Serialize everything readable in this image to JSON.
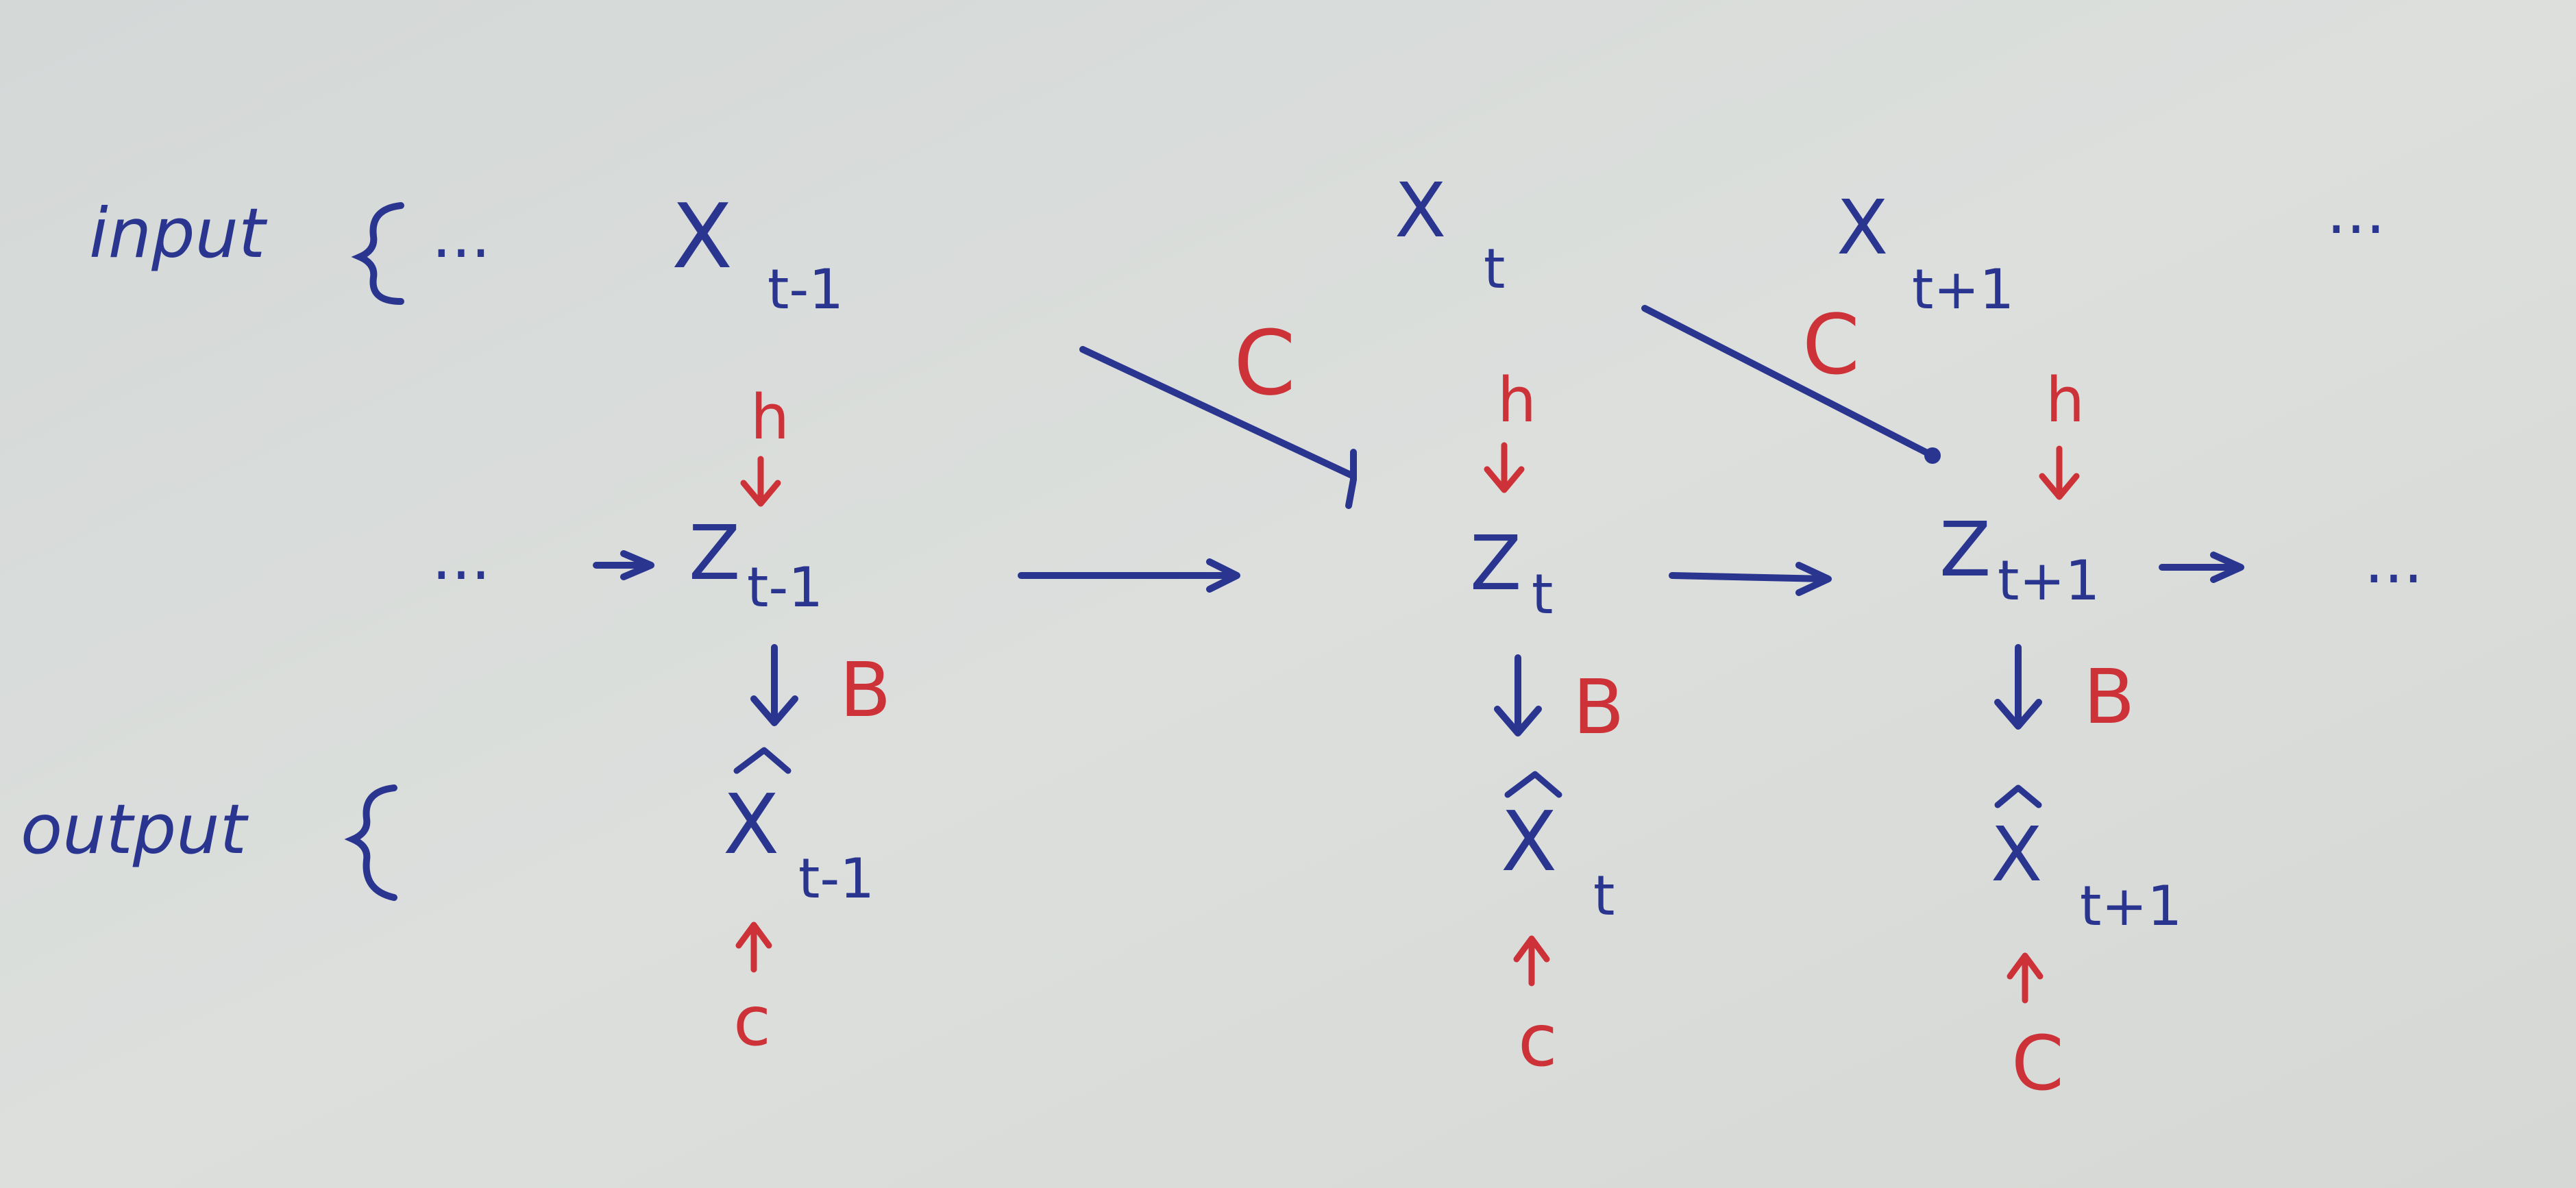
{
  "colors": {
    "paper": "#d9dcda",
    "blue_ink": "#2a3590",
    "red_ink": "#cc3238"
  },
  "row_labels": {
    "input": "input",
    "output": "output"
  },
  "ellipsis": "...",
  "steps": [
    {
      "x": "X",
      "x_sub": "t-1",
      "h": "h",
      "z": "Z",
      "z_sub": "t-1",
      "b": "B",
      "xhat": "X",
      "xhat_sub": "t-1",
      "c": "c"
    },
    {
      "x": "X",
      "x_sub": "t",
      "h": "h",
      "z": "Z",
      "z_sub": "t",
      "b": "B",
      "xhat": "X",
      "xhat_sub": "t",
      "c": "c"
    },
    {
      "x": "X",
      "x_sub": "t+1",
      "h": "h",
      "z": "Z",
      "z_sub": "t+1",
      "b": "B",
      "xhat": "X",
      "xhat_sub": "t+1",
      "c": "C"
    }
  ],
  "cross_labels": [
    "C",
    "C"
  ]
}
